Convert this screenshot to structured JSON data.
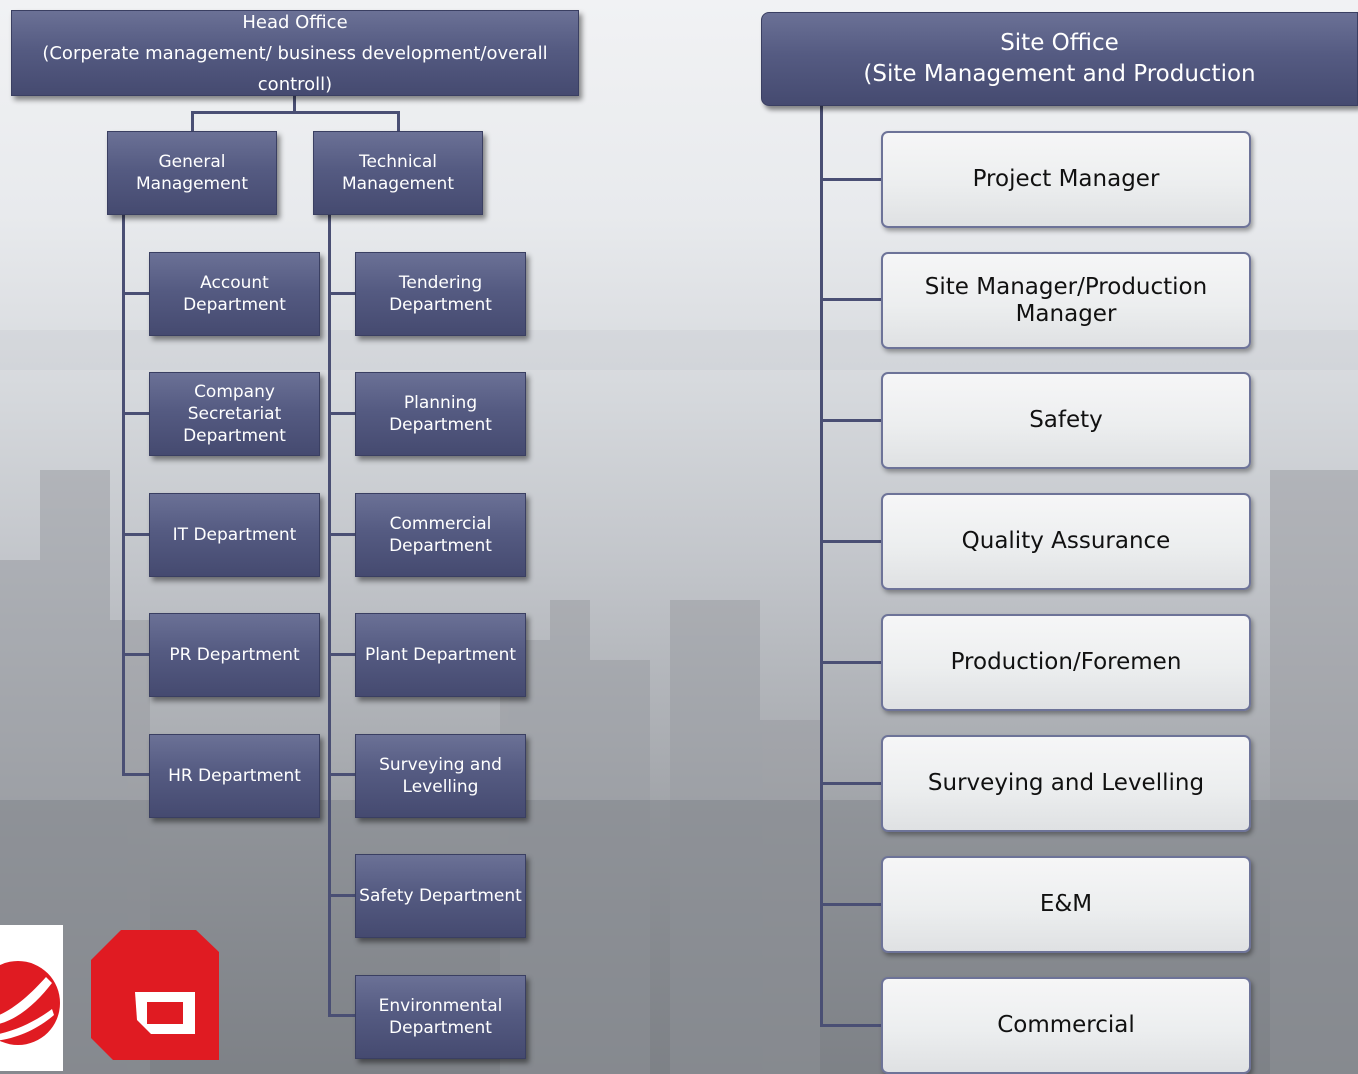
{
  "colors": {
    "box_dark": "#555b82",
    "box_border": "#3a3f62",
    "connector": "#4a4f74",
    "light_box": "#eceeef",
    "logo_red": "#e01b22"
  },
  "head_office": {
    "title": "Head Office",
    "subtitle": "(Corperate management/ business development/overall controll)"
  },
  "general_management": {
    "title": "General\nManagement",
    "departments": [
      "Account\nDepartment",
      "Company\nSecretariat\nDepartment",
      "IT Department",
      "PR Department",
      "HR Department"
    ]
  },
  "technical_management": {
    "title": "Technical\nManagement",
    "departments": [
      "Tendering\nDepartment",
      "Planning\nDepartment",
      "Commercial\nDepartment",
      "Plant Department",
      "Surveying and\nLevelling",
      "Safety Department",
      "Environmental\nDepartment"
    ]
  },
  "site_office": {
    "title": "Site Office",
    "subtitle": "(Site Management and Production",
    "roles": [
      "Project Manager",
      "Site Manager/Production\nManager",
      "Safety",
      "Quality Assurance",
      "Production/Foremen",
      "Surveying and Levelling",
      "E&M",
      "Commercial"
    ]
  },
  "logos": [
    "company-logo-swoosh",
    "company-logo-block"
  ]
}
